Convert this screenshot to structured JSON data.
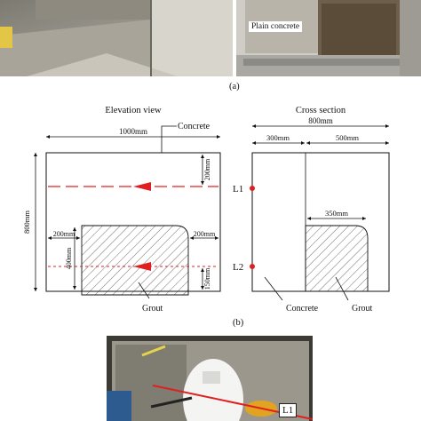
{
  "panel_a": {
    "label": "(a)",
    "photo_right_caption": "Plain concrete"
  },
  "panel_b": {
    "label": "(b)",
    "elevation": {
      "title": "Elevation view",
      "width_dim": "1000mm",
      "height_dim": "800mm",
      "concrete_label": "Concrete",
      "grout_label": "Grout",
      "top_offset_dim": "200mm",
      "left_offset_dim": "200mm",
      "right_offset_dim": "200mm",
      "grout_height_dim": "400mm",
      "bottom_offset_dim": "150mm"
    },
    "cross_section": {
      "title": "Cross section",
      "width_dim": "800mm",
      "left_dim": "300mm",
      "right_dim": "500mm",
      "grout_width_dim": "350mm",
      "concrete_label": "Concrete",
      "grout_label": "Grout"
    },
    "lines": {
      "l1": "L1",
      "l2": "L2"
    }
  },
  "panel_c": {
    "line_label": "L1"
  },
  "colors": {
    "measurement_line": "#e02020",
    "hatch": "#333333"
  }
}
